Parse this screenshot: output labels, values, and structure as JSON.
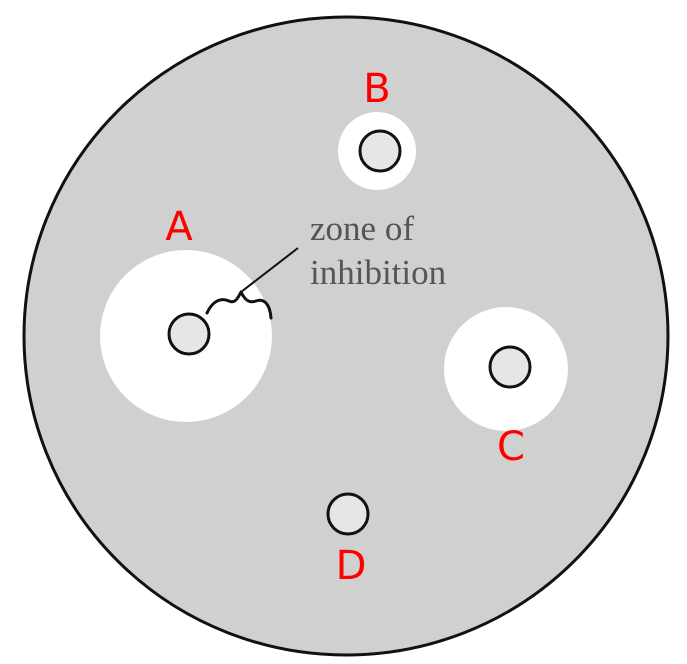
{
  "colors": {
    "plate": "#d0d0d0",
    "outline": "#111111",
    "zone": "#ffffff",
    "disc": "#e6e6e6",
    "label": "#ff0000",
    "annotation": "#555555"
  },
  "discs": [
    {
      "label": "A",
      "zone": "large"
    },
    {
      "label": "B",
      "zone": "small"
    },
    {
      "label": "C",
      "zone": "medium"
    },
    {
      "label": "D",
      "zone": "none"
    }
  ],
  "annotation": {
    "line1": "zone of",
    "line2": "inhibition"
  }
}
